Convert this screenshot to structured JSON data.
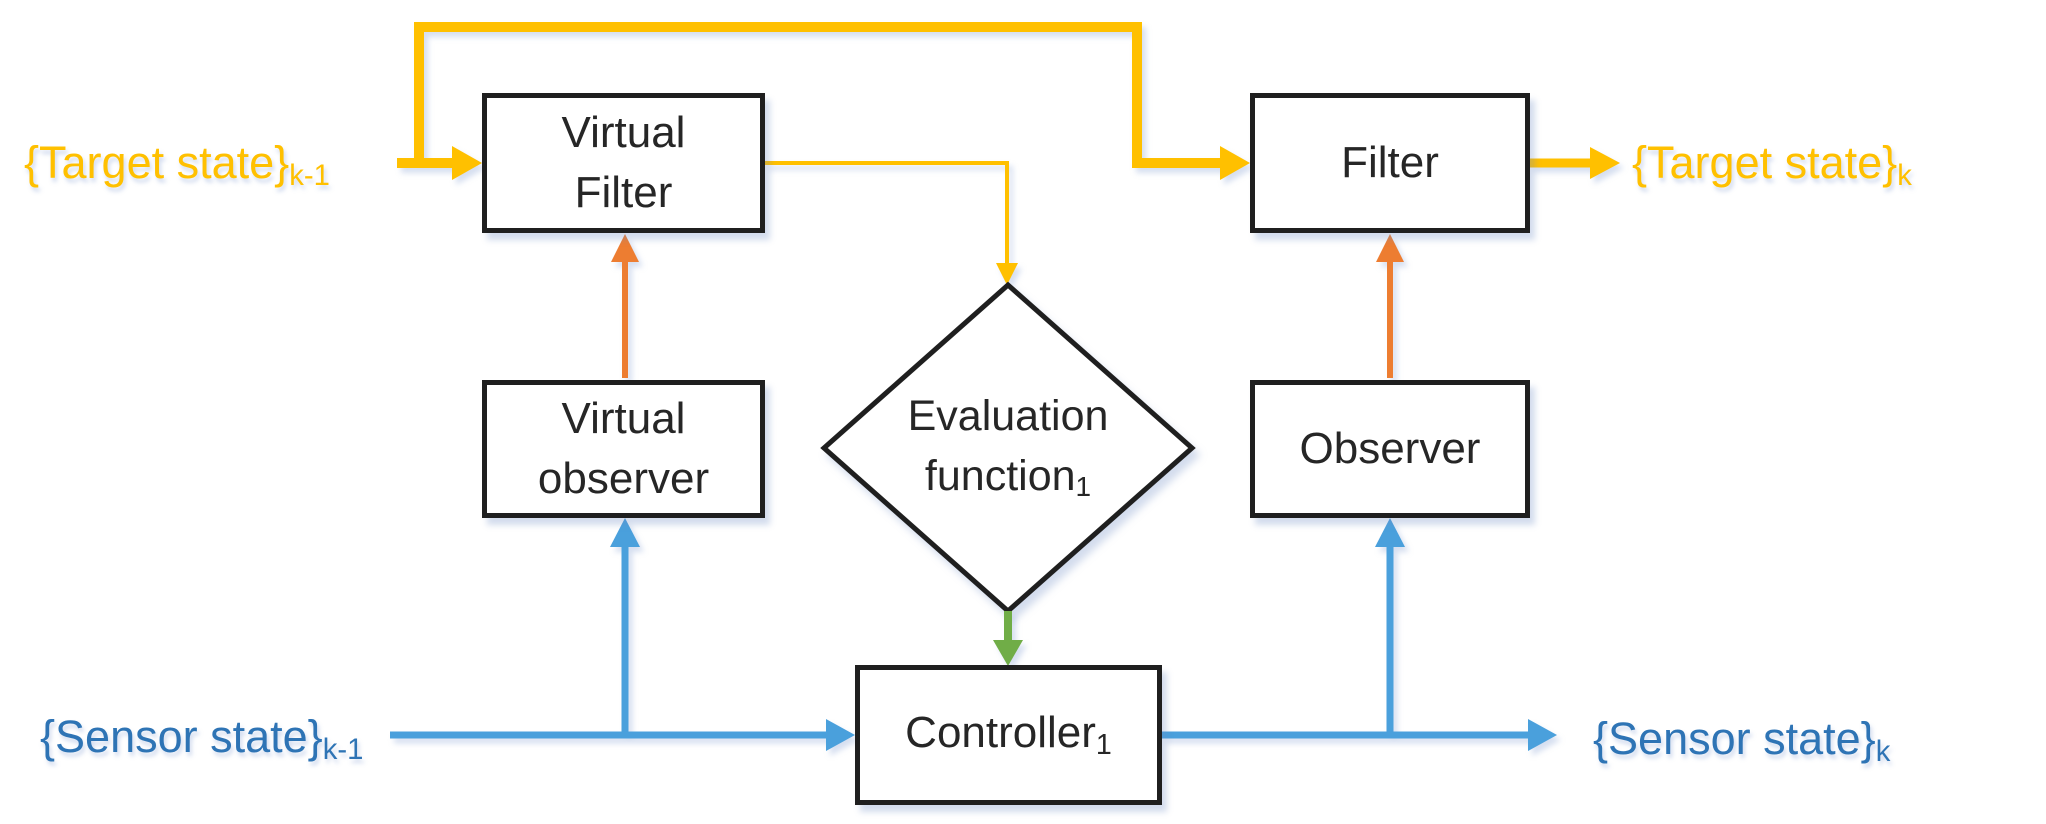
{
  "figure": {
    "type": "block-diagram",
    "description": "Feedback loop diagram: target/sensor state recursion through virtual filter, evaluation function, controller, observer and filter blocks"
  },
  "colors": {
    "gold": "#FFC000",
    "orange": "#ED7D31",
    "blue_line": "#4AA0DC",
    "blue_text": "#2E74B5",
    "green": "#70AD47",
    "box_border": "#1F1F1F",
    "box_text": "#262626"
  },
  "labels": {
    "target_prev": {
      "text": "{Target state}",
      "sub": "k-1"
    },
    "target_next": {
      "text": "{Target state}",
      "sub": "k"
    },
    "sensor_prev": {
      "text": "{Sensor state}",
      "sub": "k-1"
    },
    "sensor_next": {
      "text": "{Sensor state}",
      "sub": "k"
    }
  },
  "nodes": {
    "virtual_filter": {
      "line1": "Virtual",
      "line2": "Filter"
    },
    "virtual_observer": {
      "line1": "Virtual",
      "line2": "observer"
    },
    "filter": {
      "label": "Filter"
    },
    "observer": {
      "label": "Observer"
    },
    "controller": {
      "label": "Controller",
      "sub": "1"
    },
    "evaluation": {
      "line1": "Evaluation",
      "line2": "function",
      "sub": "1"
    }
  },
  "edges": [
    {
      "from": "target_state_k-1",
      "to": "virtual_filter",
      "color": "gold",
      "style": "thick"
    },
    {
      "from": "target_state_k-1",
      "to": "filter",
      "color": "gold",
      "style": "thick top feedback"
    },
    {
      "from": "virtual_filter",
      "to": "evaluation_function",
      "color": "gold",
      "style": "thin"
    },
    {
      "from": "virtual_observer",
      "to": "virtual_filter",
      "color": "orange"
    },
    {
      "from": "observer",
      "to": "filter",
      "color": "orange"
    },
    {
      "from": "evaluation_function",
      "to": "controller",
      "color": "green"
    },
    {
      "from": "sensor_state_k-1",
      "to": "virtual_observer",
      "color": "blue"
    },
    {
      "from": "sensor_state_k-1",
      "to": "controller",
      "color": "blue"
    },
    {
      "from": "controller",
      "to": "sensor_state_k",
      "color": "blue"
    },
    {
      "from": "sensor_state_k-1",
      "to": "observer",
      "color": "blue"
    },
    {
      "from": "filter",
      "to": "target_state_k",
      "color": "gold"
    }
  ]
}
